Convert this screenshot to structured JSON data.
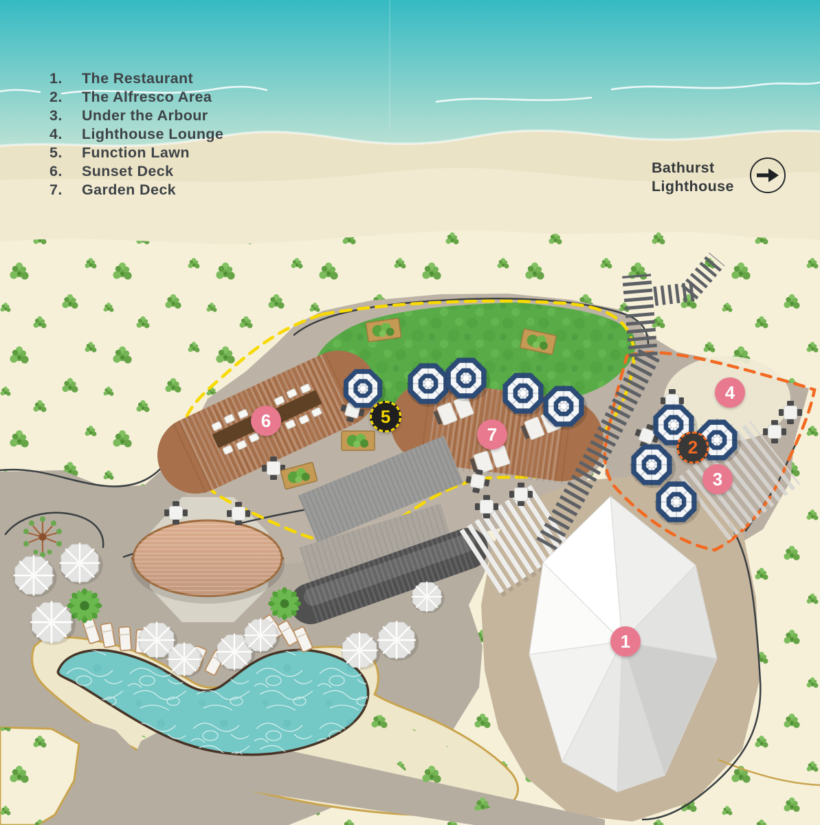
{
  "legend": {
    "items": [
      {
        "number": "1.",
        "label": "The Restaurant"
      },
      {
        "number": "2.",
        "label": "The Alfresco Area"
      },
      {
        "number": "3.",
        "label": "Under the Arbour"
      },
      {
        "number": "4.",
        "label": "Lighthouse Lounge"
      },
      {
        "number": "5.",
        "label": "Function Lawn"
      },
      {
        "number": "6.",
        "label": "Sunset Deck"
      },
      {
        "number": "7.",
        "label": "Garden Deck"
      }
    ]
  },
  "direction": {
    "line1": "Bathurst",
    "line2": "Lighthouse"
  },
  "markers": [
    {
      "number": "1",
      "area": "The Restaurant",
      "style": "pink"
    },
    {
      "number": "2",
      "area": "The Alfresco Area",
      "style": "dark-orange"
    },
    {
      "number": "3",
      "area": "Under the Arbour",
      "style": "pink"
    },
    {
      "number": "4",
      "area": "Lighthouse Lounge",
      "style": "pink"
    },
    {
      "number": "5",
      "area": "Function Lawn",
      "style": "dark-yellow"
    },
    {
      "number": "6",
      "area": "Sunset Deck",
      "style": "pink"
    },
    {
      "number": "7",
      "area": "Garden Deck",
      "style": "pink"
    }
  ],
  "colors": {
    "ocean_top": "#3abec6",
    "ocean_shore": "#d6ead8",
    "beach_sand": "#ebe3c6",
    "vegetation_base": "#f6f0d9",
    "ground_taupe": "#b9afa2",
    "restaurant_ground": "#c6b59d",
    "lawn_green": "#58ab47",
    "deck_brown": "#a8714b",
    "pool_teal": "#74c8c6",
    "umbrella_navy": "#2c4b76",
    "marker_pink": "#e8798e",
    "marker_orange": "#f26a22",
    "marker_yellow": "#f2d600",
    "boundary_yellow": "#f8d900",
    "boundary_orange": "#f26a22",
    "trim_gold": "#c9a44e"
  }
}
